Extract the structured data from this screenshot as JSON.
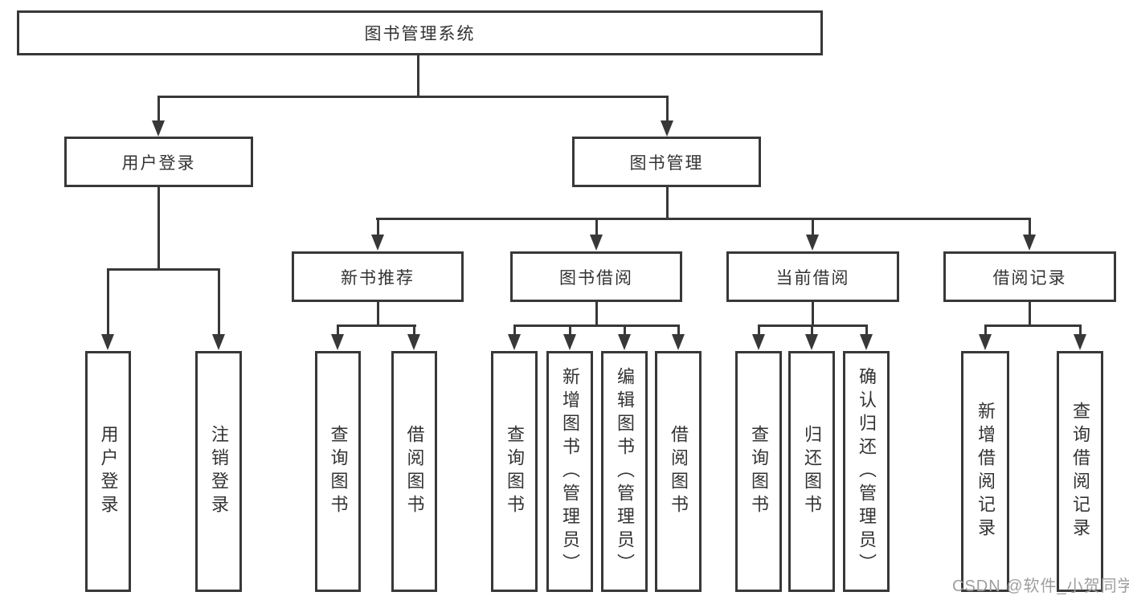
{
  "diagram": {
    "root": {
      "label": "图书管理系统"
    },
    "branches": [
      {
        "label": "用户登录",
        "children": [
          {
            "label": "用户登录"
          },
          {
            "label": "注销登录"
          }
        ]
      },
      {
        "label": "图书管理",
        "children": [
          {
            "label": "新书推荐",
            "children": [
              {
                "label": "查询图书"
              },
              {
                "label": "借阅图书"
              }
            ]
          },
          {
            "label": "图书借阅",
            "children": [
              {
                "label": "查询图书"
              },
              {
                "label": "新增图书（管理员）"
              },
              {
                "label": "编辑图书（管理员）"
              },
              {
                "label": "借阅图书"
              }
            ]
          },
          {
            "label": "当前借阅",
            "children": [
              {
                "label": "查询图书"
              },
              {
                "label": "归还图书"
              },
              {
                "label": "确认归还（管理员）"
              }
            ]
          },
          {
            "label": "借阅记录",
            "children": [
              {
                "label": "新增借阅记录"
              },
              {
                "label": "查询借阅记录"
              }
            ]
          }
        ]
      }
    ],
    "watermark": "CSDN @软件_小贺同学",
    "colors": {
      "line": "#383838",
      "text": "#333333",
      "watermark": "#9e9e9e",
      "background": "#ffffff"
    }
  }
}
